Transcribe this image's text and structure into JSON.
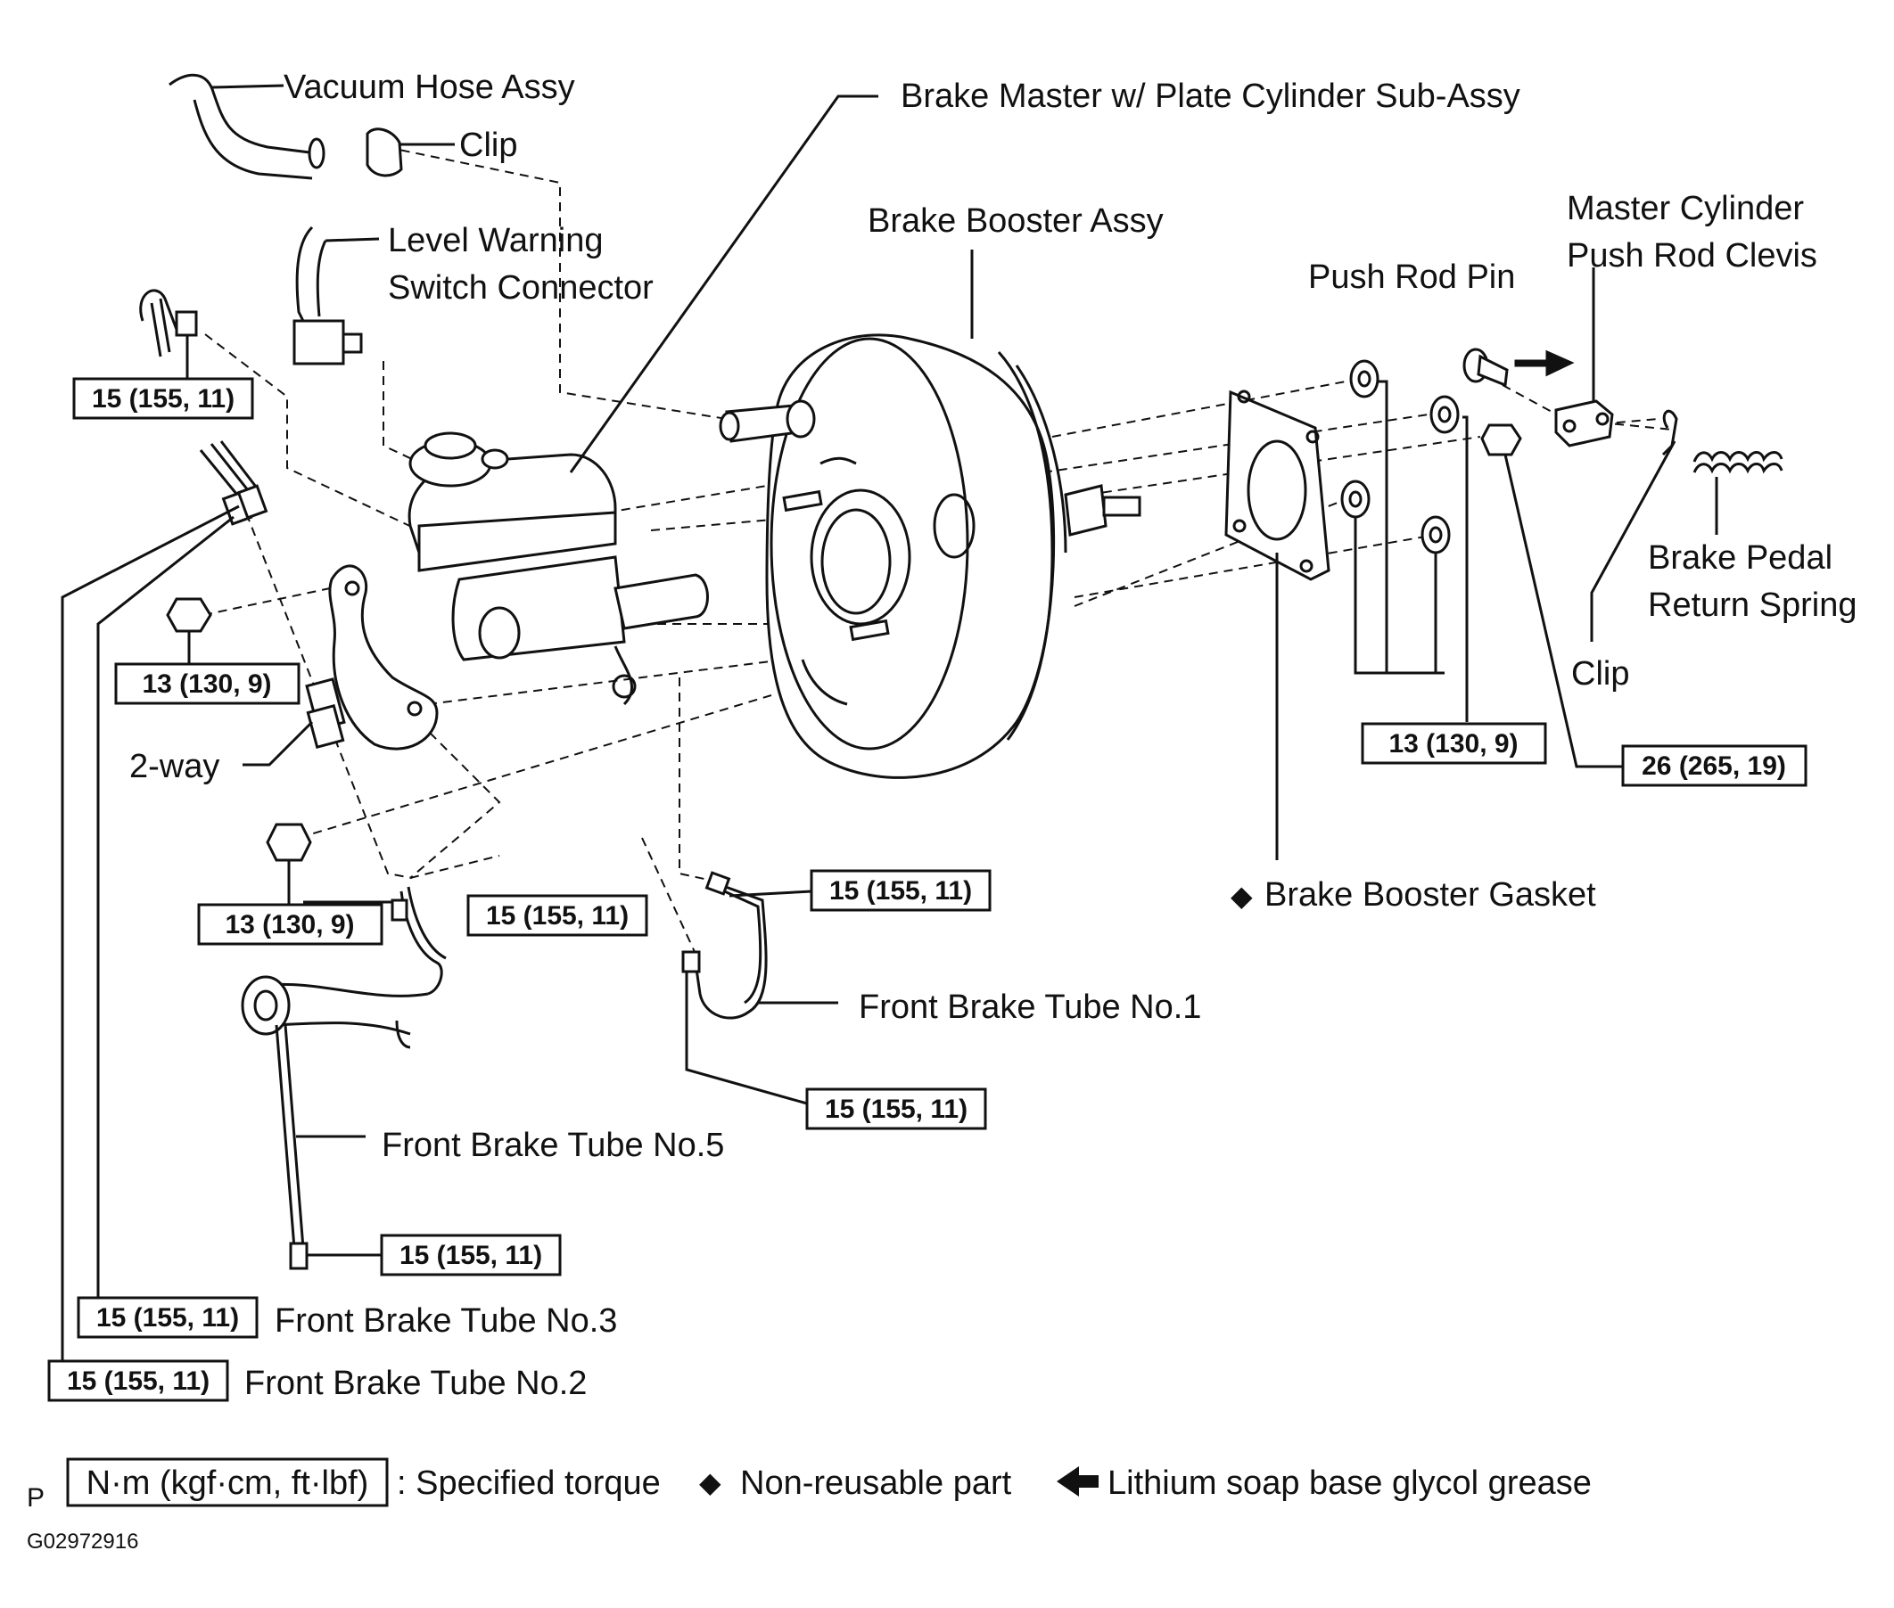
{
  "labels": {
    "vacuum_hose": "Vacuum Hose Assy",
    "clip_top": "Clip",
    "level_warning_1": "Level Warning",
    "level_warning_2": "Switch Connector",
    "master_cylinder": "Brake Master w/ Plate Cylinder Sub-Assy",
    "booster": "Brake Booster Assy",
    "push_rod_pin": "Push Rod Pin",
    "clevis_1": "Master Cylinder",
    "clevis_2": "Push Rod Clevis",
    "return_spring_1": "Brake Pedal",
    "return_spring_2": "Return Spring",
    "clip_right": "Clip",
    "two_way": "2-way",
    "gasket": "Brake Booster Gasket",
    "tube1": "Front Brake Tube No.1",
    "tube5": "Front Brake Tube No.5",
    "tube3": "Front Brake Tube No.3",
    "tube2": "Front Brake Tube No.2"
  },
  "torques": {
    "t_top_left": "15 (155, 11)",
    "t_nut_left": "13 (130, 9)",
    "t_nut_lower": "13 (130, 9)",
    "t_tube5_top": "15 (155, 11)",
    "t_tube1_top": "15 (155, 11)",
    "t_tube1_bottom": "15 (155, 11)",
    "t_tube5_bottom": "15 (155, 11)",
    "t_tube3": "15 (155, 11)",
    "t_tube2": "15 (155, 11)",
    "t_booster_nuts": "13 (130, 9)",
    "t_clevis_nut": "26 (265, 19)"
  },
  "legend": {
    "prefix": "P",
    "unit_box": "N·m (kgf·cm, ft·lbf)",
    "specified": ": Specified torque",
    "non_reusable": "Non-reusable part",
    "grease": "Lithium soap base glycol grease",
    "code": "G02972916"
  },
  "symbols": {
    "diamond": "◆"
  }
}
